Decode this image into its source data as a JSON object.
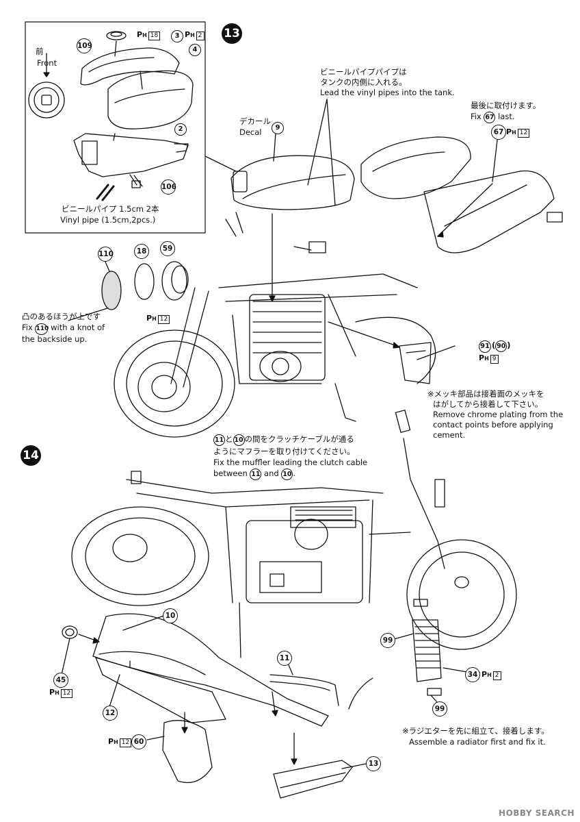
{
  "inset": {
    "front_jp": "前",
    "front_en": "Front",
    "parts": {
      "p109": "109",
      "p3": "3",
      "p4": "4",
      "p2": "2",
      "p106": "106"
    },
    "ph18": "18",
    "ph2": "2",
    "vinyl_jp": "ビニールパイプ 1.5cm 2本",
    "vinyl_en": "Vinyl pipe (1.5cm,2pcs.)"
  },
  "step13": {
    "number": "13",
    "lead_jp_1": "ビニールパイプパイプは",
    "lead_jp_2": "タンクの内側に入れる。",
    "lead_en": "Lead the vinyl pipes into the tank.",
    "last_jp": "最後に取付けます。",
    "last_en_pre": "Fix",
    "last_en_part": "67",
    "last_en_post": "last.",
    "decal_jp": "デカール",
    "decal_en": "Decal",
    "decal_part": "9",
    "p67": "67",
    "ph12_a": "12",
    "p110": "110",
    "p18": "18",
    "p59": "59",
    "ph12_b": "12",
    "knot_jp": "凸のあるほうが上です",
    "knot_en_pre": "Fix",
    "knot_en_part": "110",
    "knot_en_post": "with a knot of",
    "knot_en_2": "the backside up.",
    "p91": "91",
    "p90": "90",
    "ph9": "9",
    "chrome_jp_1": "※メッキ部品は接着面のメッキを",
    "chrome_jp_2": "はがしてから接着して下さい。",
    "chrome_en_1": "Remove chrome plating from the",
    "chrome_en_2": "contact points before applying",
    "chrome_en_3": "cement."
  },
  "step14": {
    "number": "14",
    "muffler_jp_1": "と",
    "muffler_jp_2": "の間をクラッチケーブルが通る",
    "muffler_jp_3": "ようにマフラーを取り付けてください。",
    "muffler_en_1": "Fix the muffler leading the clutch cable",
    "muffler_en_2": "between",
    "muffler_en_and": "and",
    "muffler_en_end": ".",
    "p11": "11",
    "p10": "10",
    "p45": "45",
    "ph12_c": "12",
    "p12": "12",
    "p60": "60",
    "ph12_d": "12",
    "p13": "13",
    "p99_a": "99",
    "p99_b": "99",
    "p34": "34",
    "ph2_b": "2",
    "radiator_jp": "※ラジエターを先に組立て、接着します。",
    "radiator_en": "Assemble a radiator first and fix it."
  },
  "ph_label": "P",
  "ph_sub": "H",
  "watermark": "HOBBY SEARCH"
}
